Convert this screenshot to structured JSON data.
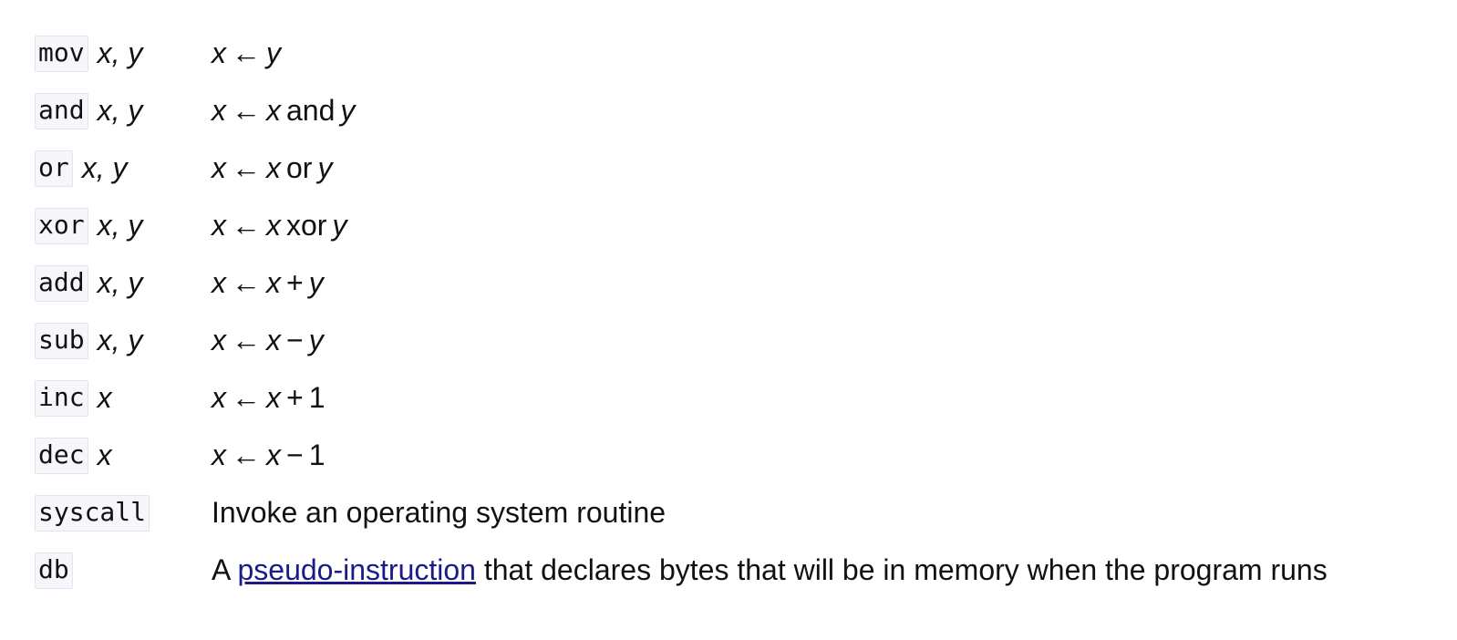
{
  "rows": [
    {
      "mnemonic": "mov",
      "operands": "x, y",
      "desc": {
        "lhs": "x",
        "arrow": "←",
        "a": "y",
        "op": "",
        "b": ""
      }
    },
    {
      "mnemonic": "and",
      "operands": "x, y",
      "desc": {
        "lhs": "x",
        "arrow": "←",
        "a": "x",
        "op": "and",
        "b": "y"
      }
    },
    {
      "mnemonic": "or",
      "operands": "x, y",
      "desc": {
        "lhs": "x",
        "arrow": "←",
        "a": "x",
        "op": "or",
        "b": "y"
      }
    },
    {
      "mnemonic": "xor",
      "operands": "x, y",
      "desc": {
        "lhs": "x",
        "arrow": "←",
        "a": "x",
        "op": "xor",
        "b": "y"
      }
    },
    {
      "mnemonic": "add",
      "operands": "x, y",
      "desc": {
        "lhs": "x",
        "arrow": "←",
        "a": "x",
        "op": "+",
        "b": "y"
      }
    },
    {
      "mnemonic": "sub",
      "operands": "x, y",
      "desc": {
        "lhs": "x",
        "arrow": "←",
        "a": "x",
        "op": "−",
        "b": "y"
      }
    },
    {
      "mnemonic": "inc",
      "operands": "x",
      "desc": {
        "lhs": "x",
        "arrow": "←",
        "a": "x",
        "op": "+",
        "b": "1"
      }
    },
    {
      "mnemonic": "dec",
      "operands": "x",
      "desc": {
        "lhs": "x",
        "arrow": "←",
        "a": "x",
        "op": "−",
        "b": "1"
      }
    },
    {
      "mnemonic": "syscall",
      "operands": "",
      "text": "Invoke an operating system routine"
    },
    {
      "mnemonic": "db",
      "operands": "",
      "text_before": "A",
      "link": "pseudo-instruction",
      "text_after": "that declares bytes that will be in memory when the program runs"
    }
  ],
  "colors": {
    "link": "#1b1b8a",
    "code_background": "#f6f6fb",
    "code_border": "#e3e3f0"
  }
}
